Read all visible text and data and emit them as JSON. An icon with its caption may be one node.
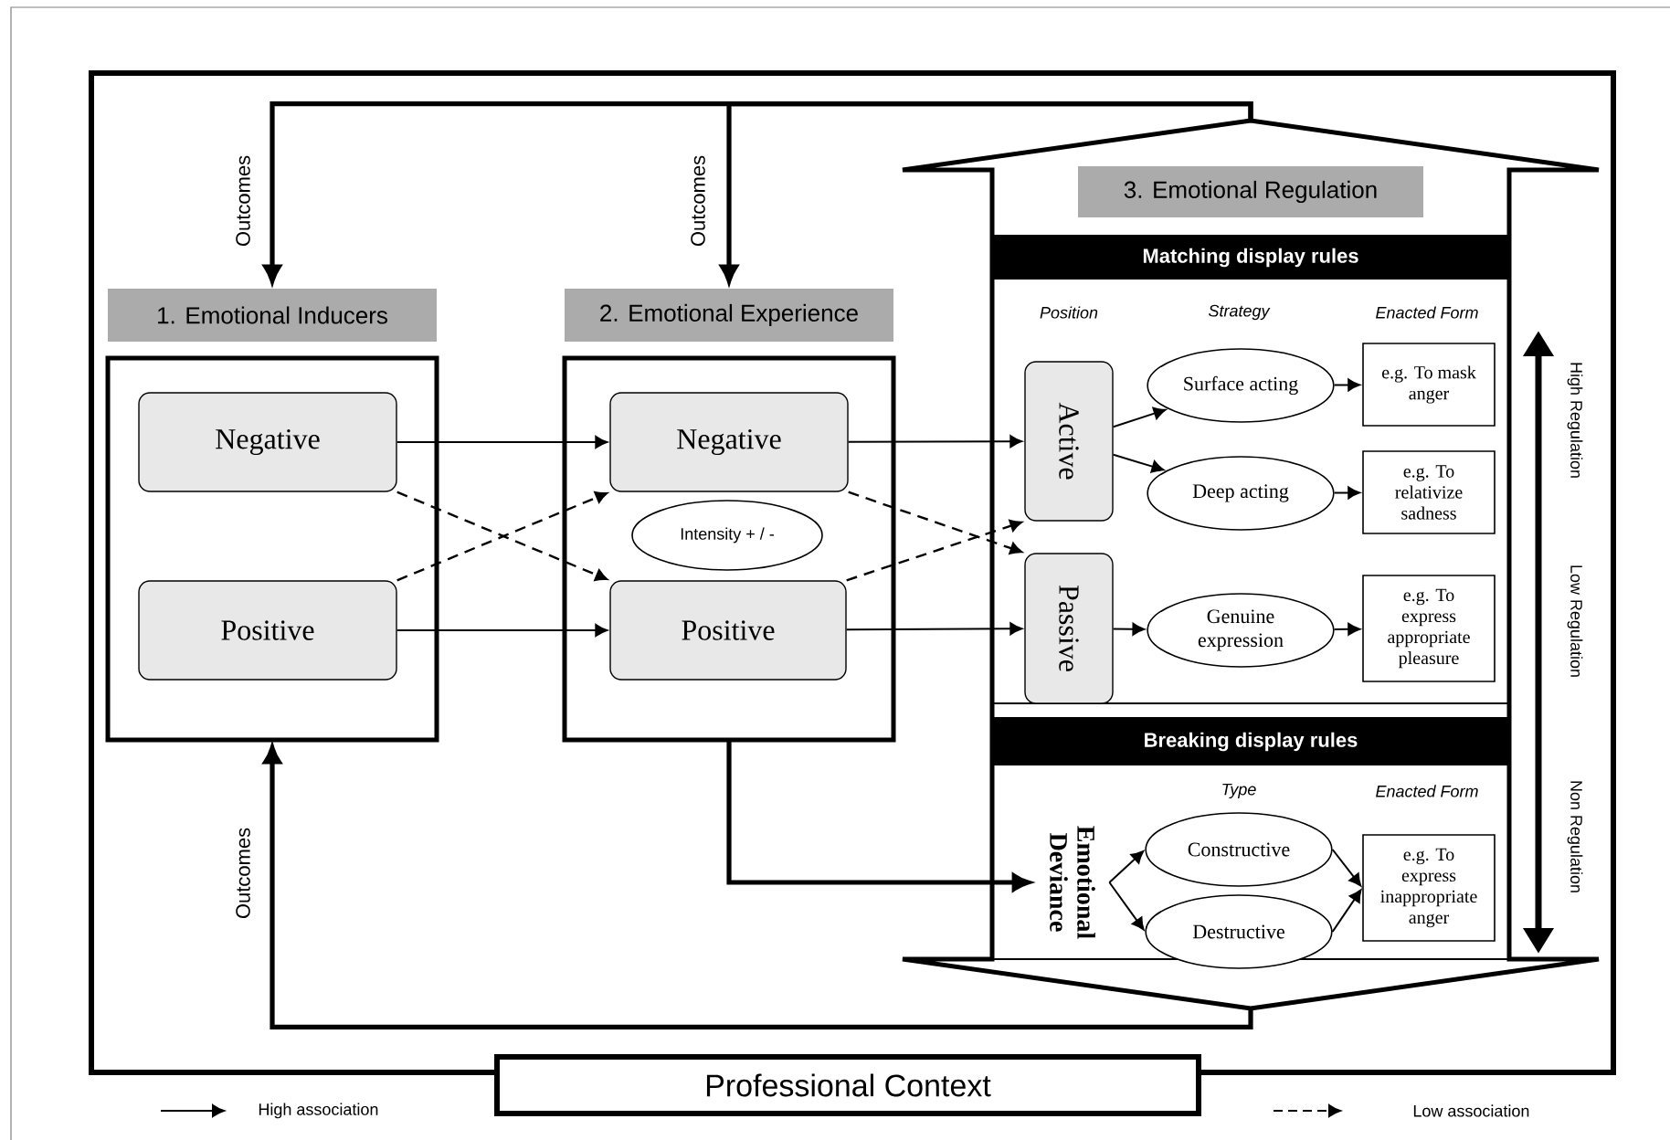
{
  "diagram": {
    "nodes": [
      {
        "text": [
          "Professional Context"
        ]
      },
      {
        "text": [
          "1. Emotional Inducers"
        ],
        "in": 0
      },
      {
        "text": [
          "Negative"
        ],
        "in": 1
      },
      {
        "text": [
          "Positive"
        ],
        "in": 1
      },
      {
        "text": [
          "2. Emotional Experience"
        ],
        "in": 0
      },
      {
        "text": [
          "Negative"
        ],
        "in": 4
      },
      {
        "text": [
          "Intensity + / -"
        ],
        "in": 4
      },
      {
        "text": [
          "Positive"
        ],
        "in": 4
      },
      {
        "text": [
          "3. Emotional Regulation"
        ],
        "in": 0
      },
      {
        "text": [
          "Matching display rules"
        ],
        "in": 8
      },
      {
        "text": [
          "Active"
        ],
        "in": 9
      },
      {
        "text": [
          "Surface acting"
        ],
        "in": 9
      },
      {
        "text": [
          "e.g. To mask anger"
        ],
        "in": 9
      },
      {
        "text": [
          "Deep acting"
        ],
        "in": 9
      },
      {
        "text": [
          "e.g. To relativize sadness"
        ],
        "in": 9
      },
      {
        "text": [
          "Passive"
        ],
        "in": 9
      },
      {
        "text": [
          "Genuine expression"
        ],
        "in": 9
      },
      {
        "text": [
          "e.g. To express appropriate pleasure"
        ],
        "in": 9
      },
      {
        "text": [
          "Breaking display rules"
        ],
        "in": 8
      },
      {
        "text": [
          "Emotional Deviance"
        ],
        "in": 18
      },
      {
        "text": [
          "Constructive"
        ],
        "in": 18
      },
      {
        "text": [
          "Destructive"
        ],
        "in": 18
      },
      {
        "text": [
          "e.g. To express inappropriate anger"
        ],
        "in": 18
      }
    ],
    "edges": [
      {
        "from": 8,
        "to": 1,
        "arrow": "to",
        "label": "Outcomes",
        "style": "thick"
      },
      {
        "from": 8,
        "to": 4,
        "arrow": "to",
        "label": "Outcomes",
        "style": "thick"
      },
      {
        "from": 8,
        "to": 1,
        "arrow": "to",
        "label": "Outcomes",
        "style": "thick"
      },
      {
        "from": 2,
        "to": 5,
        "arrow": "to"
      },
      {
        "from": 2,
        "to": 7,
        "arrow": "to",
        "style": "dashed"
      },
      {
        "from": 3,
        "to": 5,
        "arrow": "to",
        "style": "dashed"
      },
      {
        "from": 3,
        "to": 7,
        "arrow": "to"
      },
      {
        "from": 5,
        "to": 10,
        "arrow": "to"
      },
      {
        "from": 5,
        "to": 15,
        "arrow": "to",
        "style": "dashed"
      },
      {
        "from": 7,
        "to": 10,
        "arrow": "to",
        "style": "dashed"
      },
      {
        "from": 7,
        "to": 15,
        "arrow": "to"
      },
      {
        "from": 4,
        "to": 19,
        "arrow": "to",
        "style": "thick"
      },
      {
        "from": 10,
        "to": 11,
        "arrow": "to"
      },
      {
        "from": 10,
        "to": 13,
        "arrow": "to"
      },
      {
        "from": 11,
        "to": 12,
        "arrow": "to"
      },
      {
        "from": 13,
        "to": 14,
        "arrow": "to"
      },
      {
        "from": 15,
        "to": 16,
        "arrow": "to"
      },
      {
        "from": 16,
        "to": 17,
        "arrow": "to"
      },
      {
        "from": 19,
        "to": 20,
        "arrow": "to"
      },
      {
        "from": 19,
        "to": 21,
        "arrow": "to"
      },
      {
        "from": 20,
        "to": 22,
        "arrow": "to"
      },
      {
        "from": 21,
        "to": 22,
        "arrow": "to"
      }
    ],
    "labels": [
      "Position",
      "Strategy",
      "Enacted Form",
      "Type",
      "Enacted Form",
      "High Regulation",
      "Low Regulation",
      "Non Regulation"
    ],
    "legend": [
      {
        "text": "High association"
      },
      {
        "text": "Low association"
      }
    ]
  }
}
